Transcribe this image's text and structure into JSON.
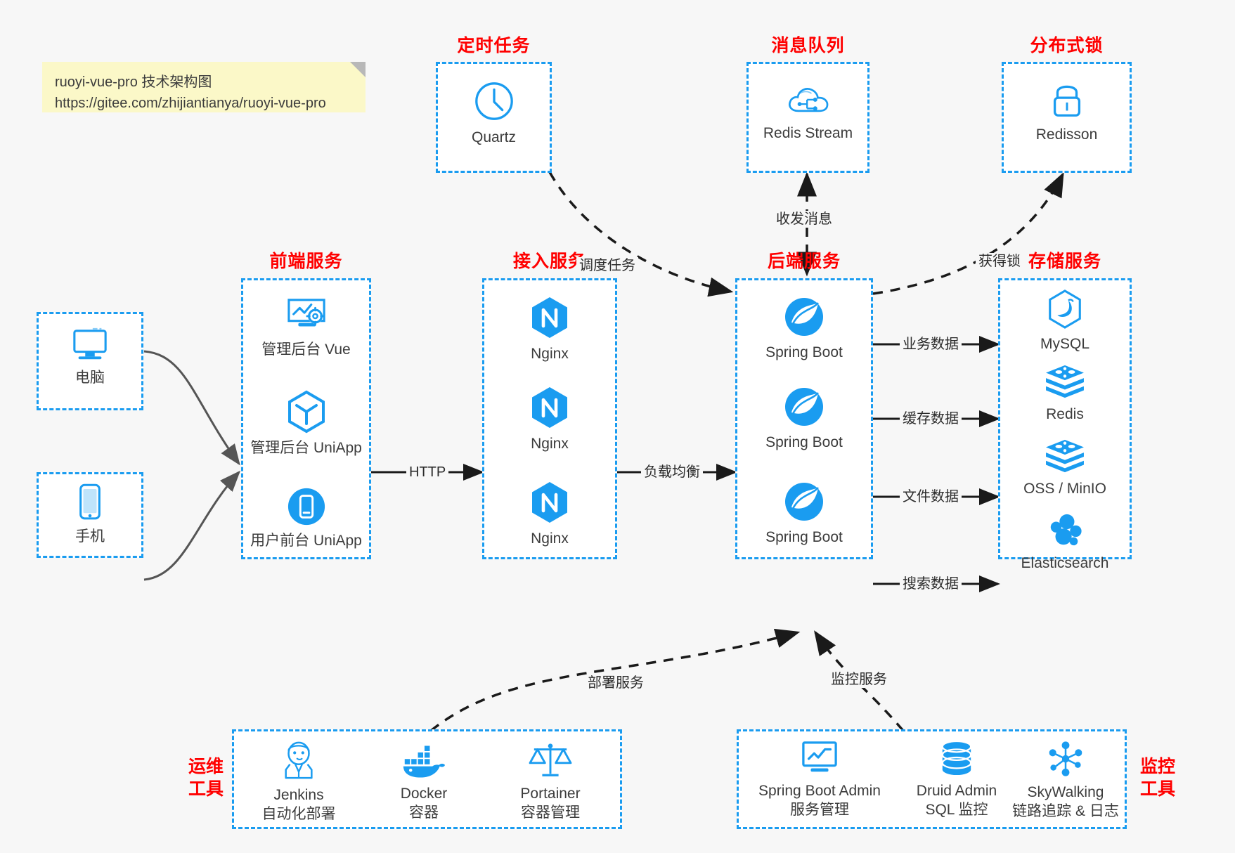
{
  "note": {
    "line1": "ruoyi-vue-pro 技术架构图",
    "line2": "https://gitee.com/zhijiantianya/ruoyi-vue-pro"
  },
  "colors": {
    "accent_blue": "#1a9cf0",
    "title_red": "#ff0000",
    "arrow_gray": "#555555",
    "arrow_black": "#1a1a1a",
    "note_yellow": "#fbf8c8",
    "background": "#f7f7f7"
  },
  "groups": {
    "scheduler": {
      "title": "定时任务",
      "nodes": [
        {
          "label": "Quartz",
          "icon": "clock-icon"
        }
      ]
    },
    "mq": {
      "title": "消息队列",
      "nodes": [
        {
          "label": "Redis Stream",
          "icon": "cloud-stream-icon"
        }
      ]
    },
    "lock": {
      "title": "分布式锁",
      "nodes": [
        {
          "label": "Redisson",
          "icon": "lock-icon"
        }
      ]
    },
    "clients": {
      "nodes": [
        {
          "label": "电脑",
          "icon": "desktop-monitor-icon"
        },
        {
          "label": "手机",
          "icon": "mobile-phone-icon"
        }
      ]
    },
    "frontend": {
      "title": "前端服务",
      "nodes": [
        {
          "label": "管理后台 Vue",
          "icon": "dashboard-gear-icon"
        },
        {
          "label": "管理后台 UniApp",
          "icon": "hexagon-cube-icon"
        },
        {
          "label": "用户前台 UniApp",
          "icon": "phone-app-icon"
        }
      ]
    },
    "gateway": {
      "title": "接入服务",
      "nodes": [
        {
          "label": "Nginx",
          "icon": "nginx-icon"
        },
        {
          "label": "Nginx",
          "icon": "nginx-icon"
        },
        {
          "label": "Nginx",
          "icon": "nginx-icon"
        }
      ]
    },
    "backend": {
      "title": "后端服务",
      "nodes": [
        {
          "label": "Spring Boot",
          "icon": "spring-boot-icon"
        },
        {
          "label": "Spring Boot",
          "icon": "spring-boot-icon"
        },
        {
          "label": "Spring Boot",
          "icon": "spring-boot-icon"
        }
      ]
    },
    "storage": {
      "title": "存储服务",
      "nodes": [
        {
          "label": "MySQL",
          "icon": "mysql-dolphin-icon"
        },
        {
          "label": "Redis",
          "icon": "redis-stack-icon"
        },
        {
          "label": "OSS / MinIO",
          "icon": "object-storage-icon"
        },
        {
          "label": "Elasticsearch",
          "icon": "elasticsearch-icon"
        }
      ]
    },
    "devops": {
      "side_title_line1": "运维",
      "side_title_line2": "工具",
      "nodes": [
        {
          "label": "Jenkins",
          "sub": "自动化部署",
          "icon": "jenkins-butler-icon"
        },
        {
          "label": "Docker",
          "sub": "容器",
          "icon": "docker-whale-icon"
        },
        {
          "label": "Portainer",
          "sub": "容器管理",
          "icon": "scales-icon"
        }
      ]
    },
    "monitoring": {
      "side_title_line1": "监控",
      "side_title_line2": "工具",
      "nodes": [
        {
          "label": "Spring Boot Admin",
          "sub": "服务管理",
          "icon": "monitor-chart-icon"
        },
        {
          "label": "Druid Admin",
          "sub": "SQL 监控",
          "icon": "database-icon"
        },
        {
          "label": "SkyWalking",
          "sub": "链路追踪 & 日志",
          "icon": "skywalking-icon"
        }
      ]
    }
  },
  "edges": [
    {
      "label": "调度任务",
      "from": "scheduler",
      "to": "backend",
      "style": "dashed"
    },
    {
      "label": "收发消息",
      "from": "mq",
      "to": "backend",
      "style": "dashed-bidirectional"
    },
    {
      "label": "获得锁",
      "from": "backend",
      "to": "lock",
      "style": "dashed"
    },
    {
      "label": "HTTP",
      "from": "frontend",
      "to": "gateway",
      "style": "solid"
    },
    {
      "label": "负载均衡",
      "from": "gateway",
      "to": "backend",
      "style": "solid"
    },
    {
      "label": "业务数据",
      "from": "backend",
      "to": "MySQL",
      "style": "solid"
    },
    {
      "label": "缓存数据",
      "from": "backend",
      "to": "Redis",
      "style": "solid"
    },
    {
      "label": "文件数据",
      "from": "backend",
      "to": "OSS / MinIO",
      "style": "solid"
    },
    {
      "label": "搜索数据",
      "from": "backend",
      "to": "Elasticsearch",
      "style": "solid"
    },
    {
      "label": "部署服务",
      "from": "devops",
      "to": "backend",
      "style": "dashed"
    },
    {
      "label": "监控服务",
      "from": "monitoring",
      "to": "backend",
      "style": "dashed"
    }
  ]
}
